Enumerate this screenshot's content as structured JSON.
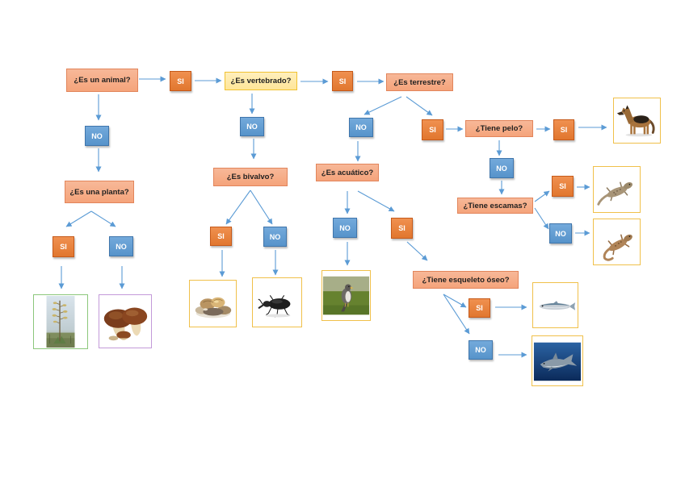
{
  "colors": {
    "question_fill": "#f5a47b",
    "question_highlight_fill": "#ffe699",
    "yes_fill": "#ed7d31",
    "no_fill": "#5b9bd5",
    "arrow": "#5b9bd5",
    "card_border": "#f0c04a",
    "plant_card_border": "#8cc77b",
    "fungus_card_border": "#c39ad9"
  },
  "questions": {
    "is_animal": "¿Es un animal?",
    "is_plant": "¿Es una planta?",
    "is_vertebrate": "¿Es vertebrado?",
    "is_bivalve": "¿Es bivalvo?",
    "is_terrestrial": "¿Es terrestre?",
    "is_aquatic": "¿Es acuático?",
    "has_hair": "¿Tiene pelo?",
    "has_scales": "¿Tiene escamas?",
    "has_bony_skeleton": "¿Tiene esqueleto óseo?"
  },
  "answers": {
    "animal_yes": "SI",
    "animal_no": "NO",
    "plant_yes": "SI",
    "plant_no": "NO",
    "vertebrate_yes": "SI",
    "vertebrate_no": "NO",
    "bivalve_yes": "SI",
    "bivalve_no": "NO",
    "terrestrial_yes": "SI",
    "terrestrial_no": "NO",
    "aquatic_yes": "SI",
    "aquatic_no": "NO",
    "hair_yes": "SI",
    "hair_no": "NO",
    "scales_yes": "SI",
    "scales_no": "NO",
    "bony_skeleton_yes": "SI",
    "bony_skeleton_no": "NO"
  },
  "images": {
    "card_1": "agave-plant-photo",
    "card_2": "mushroom-photo",
    "card_3": "shellfish-photo",
    "card_4": "beetle-photo",
    "card_5": "bird-photo",
    "card_6": "dog-photo",
    "card_7": "lizard-photo",
    "card_8": "lizard-photo",
    "card_9": "fish-photo",
    "card_10": "shark-photo"
  }
}
